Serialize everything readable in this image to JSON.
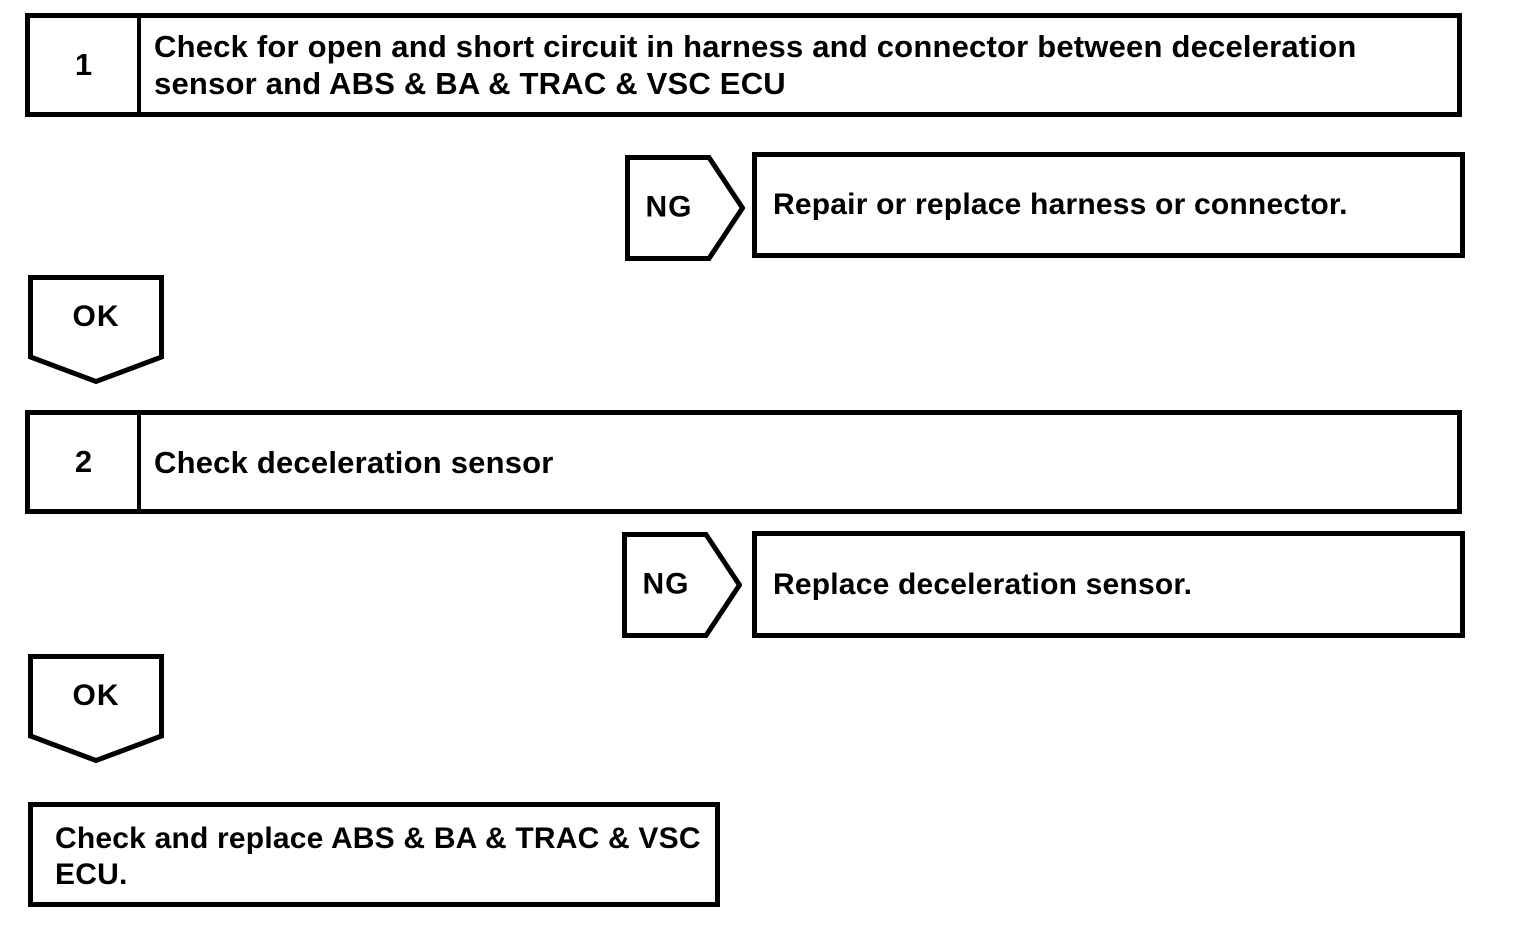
{
  "flowchart": {
    "steps": [
      {
        "number": "1",
        "title_lines": [
          "Check for open and short circuit in harness and connector between deceleration",
          "sensor and ABS & BA & TRAC & VSC ECU"
        ],
        "ng_label": "NG",
        "ng_result": "Repair or replace harness or connector.",
        "ok_label": "OK"
      },
      {
        "number": "2",
        "title_lines": [
          "Check deceleration sensor"
        ],
        "ng_label": "NG",
        "ng_result": "Replace deceleration sensor.",
        "ok_label": "OK"
      }
    ],
    "final_box": {
      "lines": [
        "Check and replace ABS & BA & TRAC & VSC",
        "ECU."
      ]
    },
    "colors": {
      "ink": "#000000",
      "paper": "#ffffff"
    }
  }
}
